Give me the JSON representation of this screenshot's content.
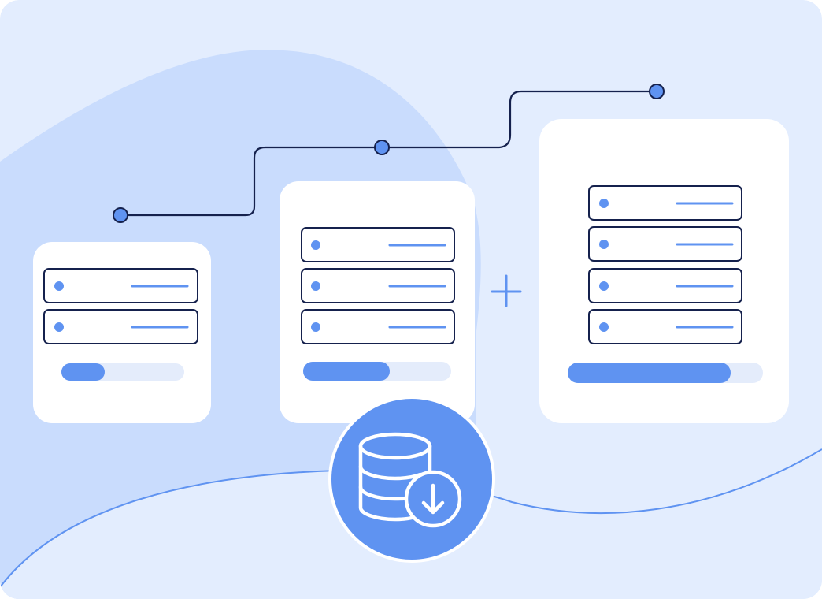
{
  "colors": {
    "background": "#e3edfe",
    "blob": "#c9dcfd",
    "card": "#ffffff",
    "accent": "#5f93f1",
    "ink": "#15214d",
    "track": "#e4ecfb"
  },
  "tiers": [
    {
      "name": "small",
      "rows": 2,
      "progress": 0.35
    },
    {
      "name": "medium",
      "rows": 3,
      "progress": 0.58
    },
    {
      "name": "large",
      "rows": 4,
      "progress": 0.83
    }
  ],
  "growth_path_points": 3,
  "icons": {
    "plus": "plus-icon",
    "database_download": "database-download-icon"
  }
}
